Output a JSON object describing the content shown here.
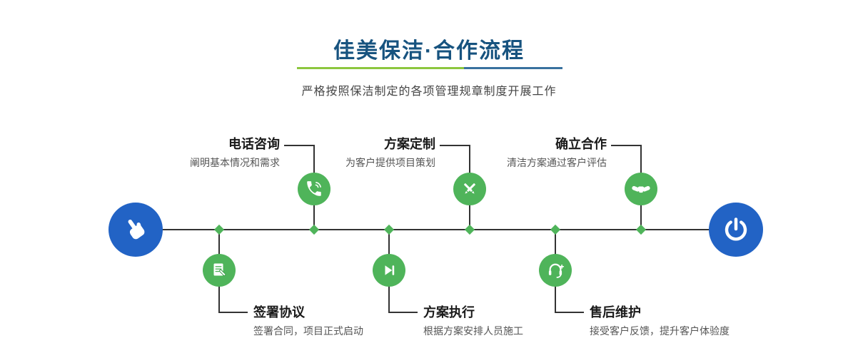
{
  "header": {
    "title": "佳美保洁·合作流程",
    "subtitle": "严格按照保洁制定的各项管理规章制度开展工作"
  },
  "endpoints": {
    "start_icon": "hand-pointer-icon",
    "end_icon": "power-icon"
  },
  "steps_top": [
    {
      "title": "电话咨询",
      "desc": "阐明基本情况和需求",
      "icon": "phone-icon"
    },
    {
      "title": "方案定制",
      "desc": "为客户提供项目策划",
      "icon": "crossed-pencils-icon"
    },
    {
      "title": "确立合作",
      "desc": "清洁方案通过客户评估",
      "icon": "handshake-icon"
    }
  ],
  "steps_bottom": [
    {
      "title": "签署协议",
      "desc": "签署合同，项目正式启动",
      "icon": "contract-icon"
    },
    {
      "title": "方案执行",
      "desc": "根据方案安排人员施工",
      "icon": "play-icon"
    },
    {
      "title": "售后维护",
      "desc": "接受客户反馈，提升客户体验度",
      "icon": "headset-icon"
    }
  ],
  "colors": {
    "title_text": "#17537f",
    "divider_green": "#8cc63e",
    "divider_blue": "#39719f",
    "node_green": "#4fb45a",
    "endpoint_blue": "#2263c5",
    "line": "#333333"
  }
}
